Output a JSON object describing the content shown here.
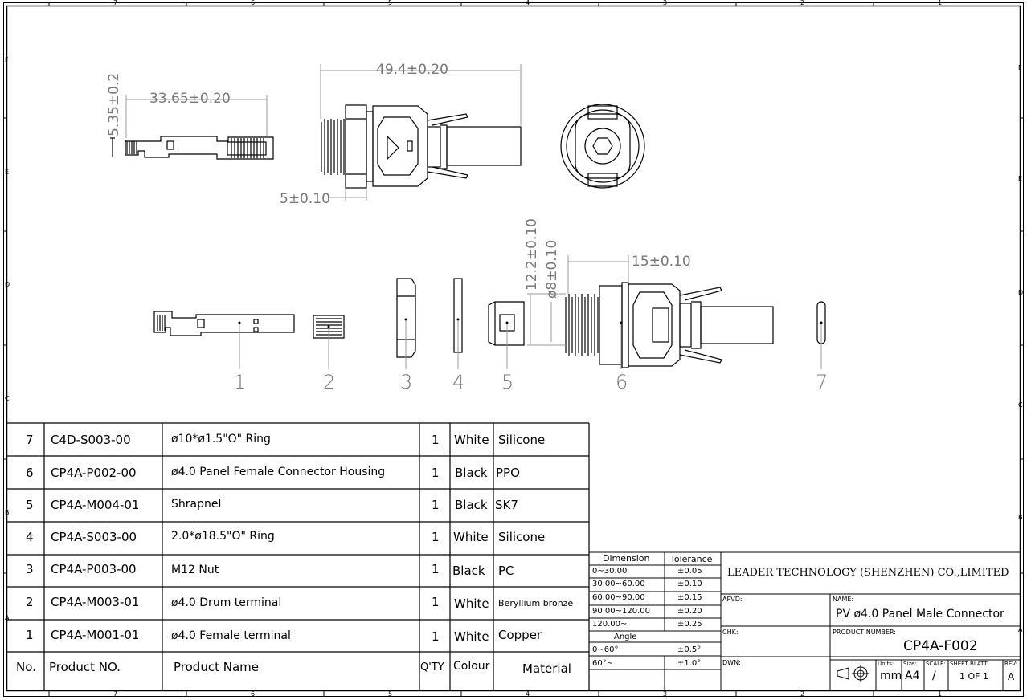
{
  "border": {
    "col_numbers": [
      "7",
      "6",
      "5",
      "4",
      "3",
      "2",
      "1"
    ],
    "row_letters": [
      "F",
      "E",
      "D",
      "C",
      "B",
      "A"
    ]
  },
  "dimensions": {
    "d_5_35": "5.35±0.2",
    "d_33_65": "33.65±0.20",
    "d_49_4": "49.4±0.20",
    "d_5": "5±0.10",
    "d_12_2": "12.2±0.10",
    "d_8": "ø8±0.10",
    "d_15": "15±0.10"
  },
  "part_labels": [
    "1",
    "2",
    "3",
    "4",
    "5",
    "6",
    "7"
  ],
  "bom": {
    "header": {
      "no": "No.",
      "product_no": "Product NO.",
      "product_name": "Product Name",
      "qty": "Q'TY",
      "colour": "Colour",
      "material": "Material"
    },
    "rows": [
      {
        "no": "7",
        "product_no": "C4D-S003-00",
        "product_name": "ø10*ø1.5\"O\" Ring",
        "qty": "1",
        "colour": "White",
        "material": "Silicone"
      },
      {
        "no": "6",
        "product_no": "CP4A-P002-00",
        "product_name": "ø4.0 Panel Female Connector Housing",
        "qty": "1",
        "colour": "Black",
        "material": "PPO"
      },
      {
        "no": "5",
        "product_no": "CP4A-M004-01",
        "product_name": "Shrapnel",
        "qty": "1",
        "colour": "Black",
        "material": "SK7"
      },
      {
        "no": "4",
        "product_no": "CP4A-S003-00",
        "product_name": "2.0*ø18.5\"O\" Ring",
        "qty": "1",
        "colour": "White",
        "material": "Silicone"
      },
      {
        "no": "3",
        "product_no": "CP4A-P003-00",
        "product_name": "M12 Nut",
        "qty": "1",
        "colour": "Black",
        "material": "PC"
      },
      {
        "no": "2",
        "product_no": "CP4A-M003-01",
        "product_name": "ø4.0 Drum terminal",
        "qty": "1",
        "colour": "White",
        "material": "Beryllium bronze"
      },
      {
        "no": "1",
        "product_no": "CP4A-M001-01",
        "product_name": "ø4.0 Female terminal",
        "qty": "1",
        "colour": "White",
        "material": "Copper"
      }
    ]
  },
  "tolerance": {
    "dim_header": "Dimension",
    "tol_header": "Tolerance",
    "rows": [
      {
        "dim": "0~30.00",
        "tol": "±0.05"
      },
      {
        "dim": "30.00~60.00",
        "tol": "±0.10"
      },
      {
        "dim": "60.00~90.00",
        "tol": "±0.15"
      },
      {
        "dim": "90.00~120.00",
        "tol": "±0.20"
      },
      {
        "dim": "120.00~",
        "tol": "±0.25"
      }
    ],
    "angle_header": "Angle",
    "angle_rows": [
      {
        "dim": "0~60°",
        "tol": "±0.5°"
      },
      {
        "dim": "60°~",
        "tol": "±1.0°"
      }
    ]
  },
  "title_block": {
    "company": "LEADER TECHNOLOGY (SHENZHEN) CO.,LIMITED",
    "apvd_label": "APVD:",
    "chk_label": "CHK:",
    "dwn_label": "DWN:",
    "name_label": "NAME:",
    "name_value": "PV ø4.0 Panel Male Connector",
    "product_number_label": "PRODUCT NUMBER:",
    "product_number": "CP4A-F002",
    "units_label": "Units:",
    "units_value": "mm",
    "size_label": "Size:",
    "size_value": "A4",
    "scale_label": "SCALE:",
    "scale_value": "/",
    "sheet_label": "SHEET BLATT:",
    "sheet_value": "1 OF 1",
    "rev_label": "REV:",
    "rev_value": "A"
  }
}
